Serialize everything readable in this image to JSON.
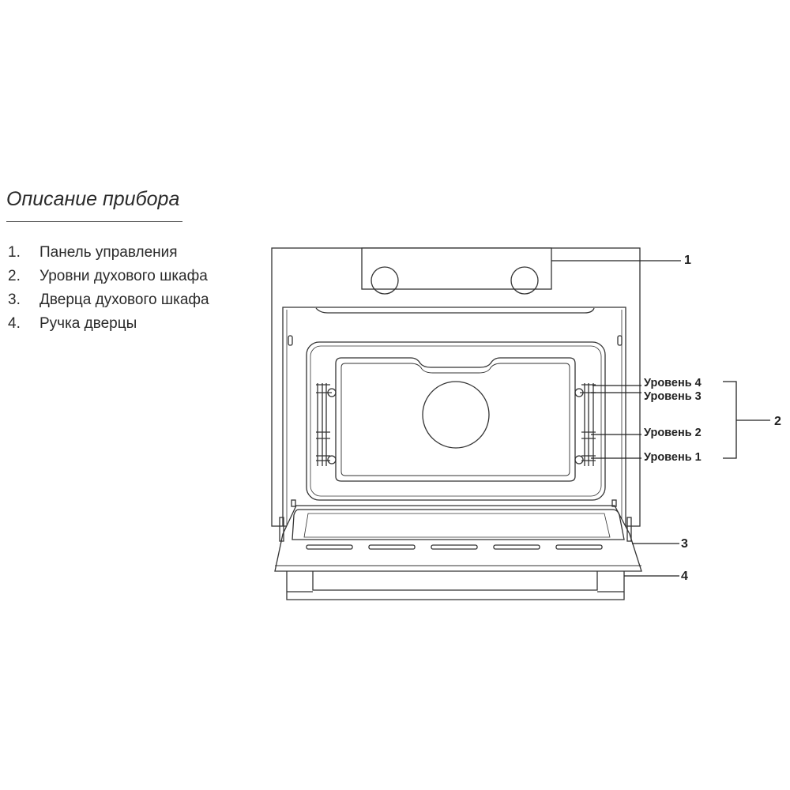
{
  "section": {
    "title": "Описание прибора",
    "items": [
      {
        "num": "1.",
        "label": "Панель управления"
      },
      {
        "num": "2.",
        "label": "Уровни духового шкафа"
      },
      {
        "num": "3.",
        "label": "Дверца духового шкафа"
      },
      {
        "num": "4.",
        "label": "Ручка дверцы"
      }
    ]
  },
  "diagram": {
    "callouts": {
      "c1": "1",
      "c2": "2",
      "c3": "3",
      "c4": "4"
    },
    "levels": [
      "Уровень 4",
      "Уровень 3",
      "Уровень 2",
      "Уровень 1"
    ]
  }
}
